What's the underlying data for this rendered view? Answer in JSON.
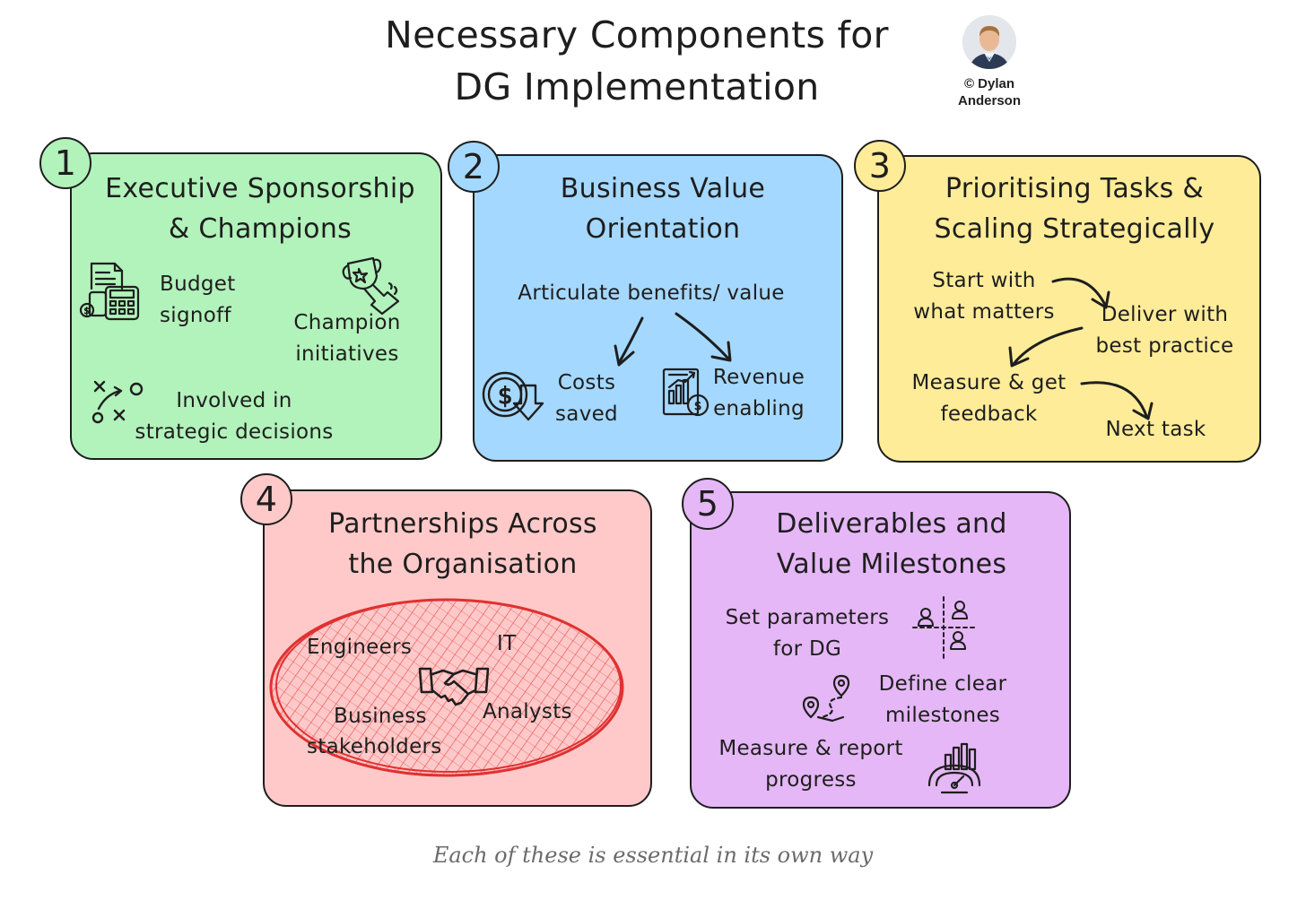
{
  "title": {
    "line1": "Necessary Components for",
    "line2": "DG Implementation"
  },
  "credit": {
    "line1": "© Dylan",
    "line2": "Anderson"
  },
  "colors": {
    "green": "#b2f2bb",
    "blue": "#a5d8ff",
    "yellow": "#ffec99",
    "red": "#ffc9c9",
    "purple": "#e5b7f6",
    "ink": "#1e1e1e",
    "red_scribble": "#e03131"
  },
  "cards": [
    {
      "number": "1",
      "title_line1": "Executive Sponsorship",
      "title_line2": "& Champions",
      "items": [
        {
          "line1": "Budget",
          "line2": "signoff",
          "icon": "calculator-document-icon"
        },
        {
          "line1": "Champion",
          "line2": "initiatives",
          "icon": "trophy-icon"
        },
        {
          "line1": "Involved in",
          "line2": "strategic decisions",
          "icon": "strategy-play-icon"
        }
      ]
    },
    {
      "number": "2",
      "title_line1": "Business Value",
      "title_line2": "Orientation",
      "root": "Articulate benefits/ value",
      "items": [
        {
          "line1": "Costs",
          "line2": "saved",
          "icon": "dollar-down-icon"
        },
        {
          "line1": "Revenue",
          "line2": "enabling",
          "icon": "revenue-chart-icon"
        }
      ]
    },
    {
      "number": "3",
      "title_line1": "Prioritising Tasks &",
      "title_line2": "Scaling Strategically",
      "steps": [
        {
          "line1": "Start with",
          "line2": "what matters"
        },
        {
          "line1": "Deliver with",
          "line2": "best practice"
        },
        {
          "line1": "Measure & get",
          "line2": "feedback"
        },
        {
          "line1": "Next task",
          "line2": ""
        }
      ]
    },
    {
      "number": "4",
      "title_line1": "Partnerships Across",
      "title_line2": "the Organisation",
      "groups": [
        "Engineers",
        "IT",
        "Business",
        "stakeholders",
        "Analysts"
      ],
      "icon": "handshake-icon"
    },
    {
      "number": "5",
      "title_line1": "Deliverables and",
      "title_line2": "Value Milestones",
      "items": [
        {
          "line1": "Set parameters",
          "line2": "for DG",
          "icon": "team-network-icon"
        },
        {
          "line1": "Define clear",
          "line2": "milestones",
          "icon": "route-pins-icon"
        },
        {
          "line1": "Measure & report",
          "line2": "progress",
          "icon": "gauge-chart-icon"
        }
      ]
    }
  ],
  "caption": "Each of these is essential in its own way"
}
